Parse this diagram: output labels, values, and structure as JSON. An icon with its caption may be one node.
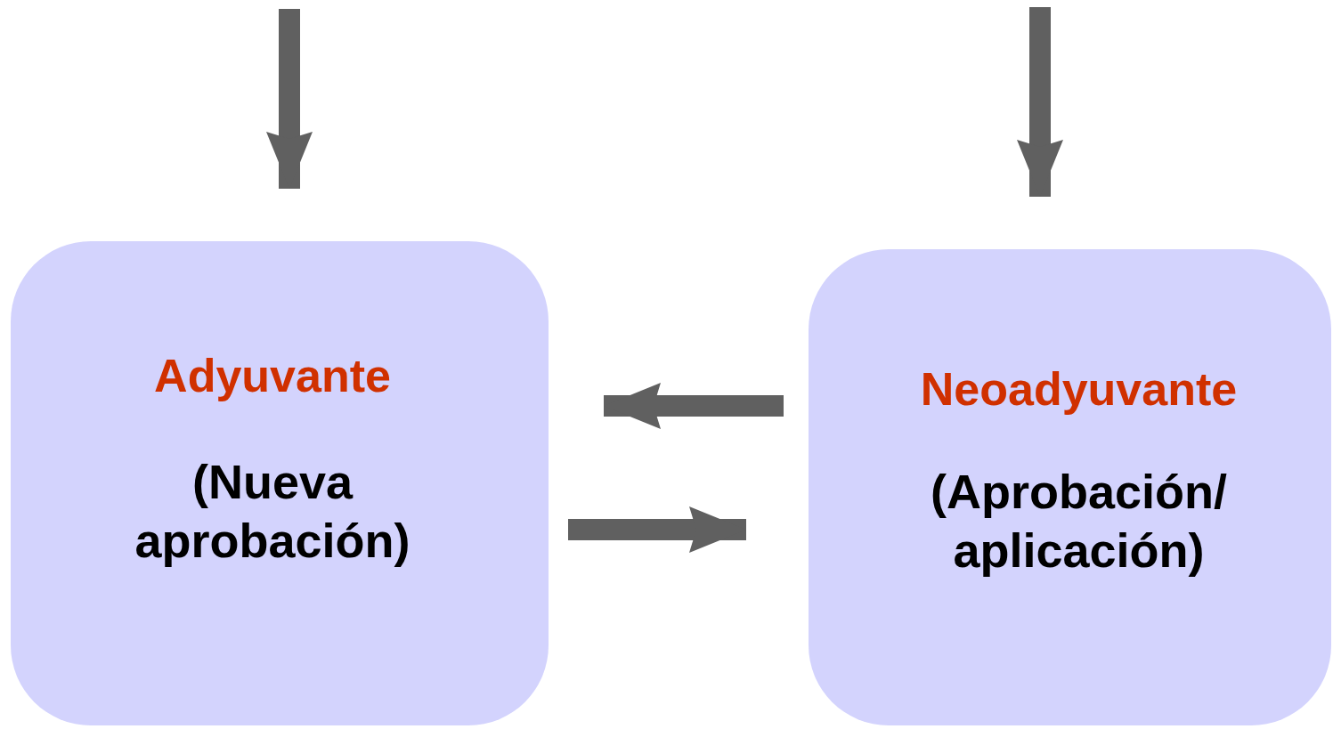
{
  "diagram": {
    "nodes": [
      {
        "text": [
          "Adyuvante",
          "(Nueva aprobación)"
        ]
      },
      {
        "text": [
          "Neoadyuvante",
          "(Aprobación/ aplicación)"
        ]
      }
    ],
    "edges": [
      {
        "from": null,
        "to": 0,
        "arrow": "to"
      },
      {
        "from": null,
        "to": 1,
        "arrow": "to"
      },
      {
        "from": 1,
        "to": 0,
        "arrow": "to"
      },
      {
        "from": 0,
        "to": 1,
        "arrow": "to"
      }
    ]
  }
}
